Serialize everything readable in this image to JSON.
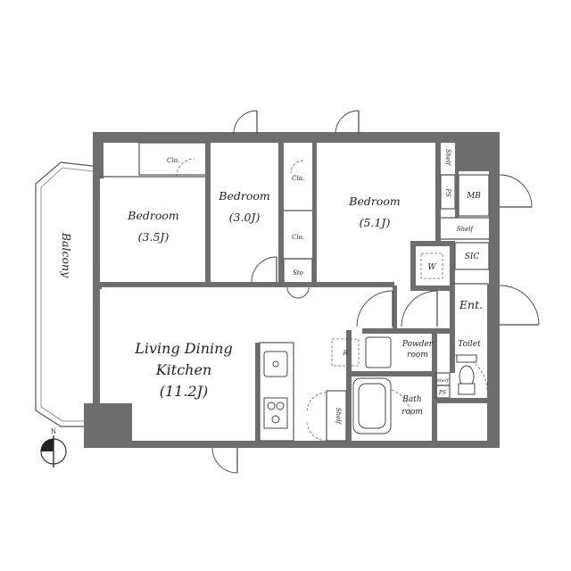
{
  "rooms": {
    "balcony": "Balcony",
    "bedroom_left": {
      "name": "Bedroom",
      "size": "(3.5J)"
    },
    "bedroom_mid": {
      "name": "Bedroom",
      "size": "(3.0J)"
    },
    "bedroom_right": {
      "name": "Bedroom",
      "size": "(5.1J)"
    },
    "ldk": {
      "line1": "Living Dining",
      "line2": "Kitchen",
      "size": "(11.2J)"
    },
    "clo_top": "Clo.",
    "clo_mid_upper": "Clo.",
    "clo_mid_lower": "Clo.",
    "sto": "Sto",
    "shelf_top_right": "Shelf",
    "ps_top": "PS",
    "mb": "MB",
    "shelf_mid_right": "Shelf",
    "sic": "SIC",
    "w": "W",
    "ent": "Ent.",
    "powder_room": {
      "line1": "Powder",
      "line2": "room"
    },
    "toilet": "Toilet",
    "bath_room": {
      "line1": "Bath",
      "line2": "room"
    },
    "shelf_kitchen": "Shelf",
    "shelf_small": "Shelf",
    "ps_small": "PS",
    "refrigerator": "R"
  },
  "compass": {
    "north": "N"
  },
  "colors": {
    "wall": "#6e6e6e",
    "line": "#555555",
    "text": "#222222"
  }
}
